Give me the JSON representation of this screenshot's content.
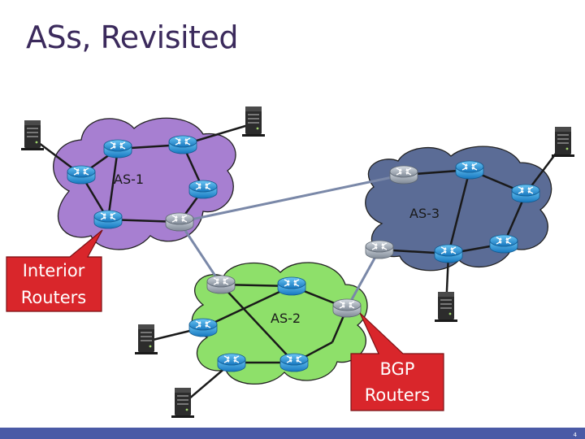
{
  "slide": {
    "title": "ASs, Revisited",
    "page_number": "4"
  },
  "clouds": {
    "as1": {
      "label": "AS-1",
      "color": "#a77fd1"
    },
    "as2": {
      "label": "AS-2",
      "color": "#8ee06a"
    },
    "as3": {
      "label": "AS-3",
      "color": "#5b6c96"
    }
  },
  "callouts": {
    "interior": {
      "line1": "Interior",
      "line2": "Routers",
      "color": "#d9262b"
    },
    "bgp": {
      "line1": "BGP",
      "line2": "Routers",
      "color": "#d9262b"
    }
  },
  "icons": {
    "interior_router": "router-icon",
    "bgp_router": "bgp-router-icon",
    "host": "server-icon"
  },
  "colors": {
    "interior_router": "#2b8fd1",
    "bgp_router": "#9aa4b1",
    "link": "#1a1a1a",
    "inter_as_link": "#7a88a8",
    "footer": "#4a5aa6"
  }
}
